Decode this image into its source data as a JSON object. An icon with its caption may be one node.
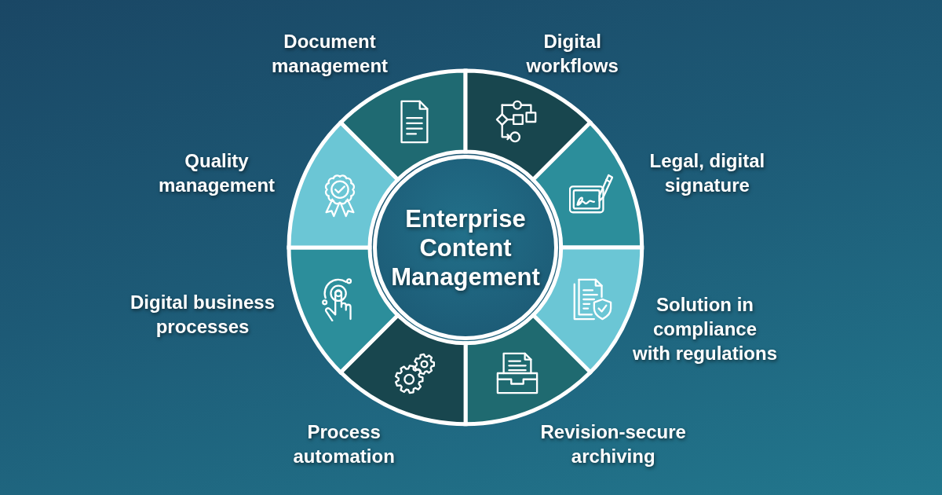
{
  "diagram": {
    "nodes": [
      {
        "text": [
          "Enterprise Content Management"
        ]
      },
      {
        "text": [
          "Document management"
        ]
      },
      {
        "text": [
          "Digital workflows"
        ]
      },
      {
        "text": [
          "Legal, digital signature"
        ]
      },
      {
        "text": [
          "Solution in compliance with regulations"
        ]
      },
      {
        "text": [
          "Revision-secure archiving"
        ]
      },
      {
        "text": [
          "Process automation"
        ]
      },
      {
        "text": [
          "Digital business processes"
        ]
      },
      {
        "text": [
          "Quality management"
        ]
      }
    ]
  }
}
